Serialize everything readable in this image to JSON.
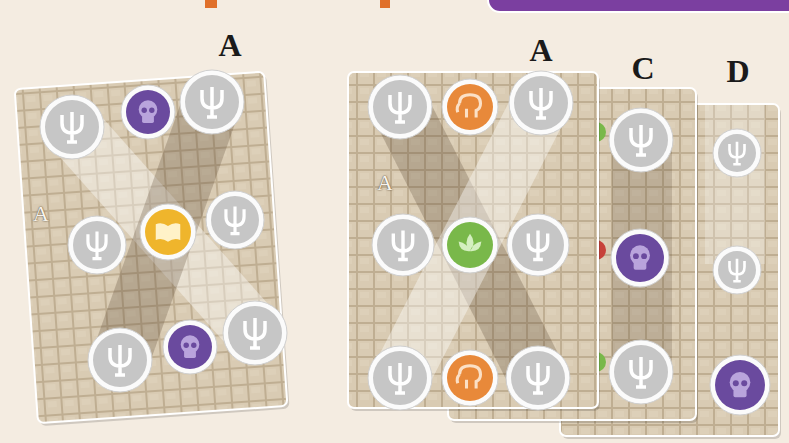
{
  "diagram": {
    "labels": [
      "A",
      "A",
      "C",
      "D",
      "A",
      "A"
    ]
  }
}
